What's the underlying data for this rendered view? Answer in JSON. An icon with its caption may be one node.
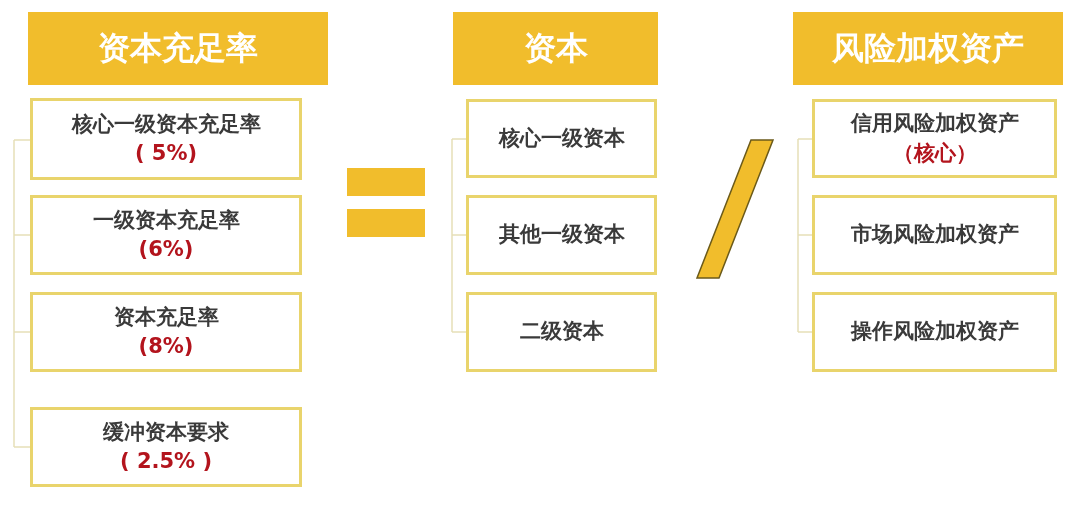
{
  "diagram": {
    "nodes": [
      {
        "text": [
          "资本充足率"
        ]
      },
      {
        "text": [
          "核心一级资本充足率",
          "( 5%)"
        ]
      },
      {
        "text": [
          "一级资本充足率",
          "(6%)"
        ]
      },
      {
        "text": [
          "资本充足率",
          "(8%)"
        ]
      },
      {
        "text": [
          "缓冲资本要求",
          "( 2.5% )"
        ]
      },
      {
        "text": [
          "资本"
        ]
      },
      {
        "text": [
          "核心一级资本"
        ]
      },
      {
        "text": [
          "其他一级资本"
        ]
      },
      {
        "text": [
          "二级资本"
        ]
      },
      {
        "text": [
          "风险加权资产"
        ]
      },
      {
        "text": [
          "信用风险加权资产",
          "（核心）"
        ]
      },
      {
        "text": [
          "市场风险加权资产"
        ]
      },
      {
        "text": [
          "操作风险加权资产"
        ]
      }
    ]
  }
}
